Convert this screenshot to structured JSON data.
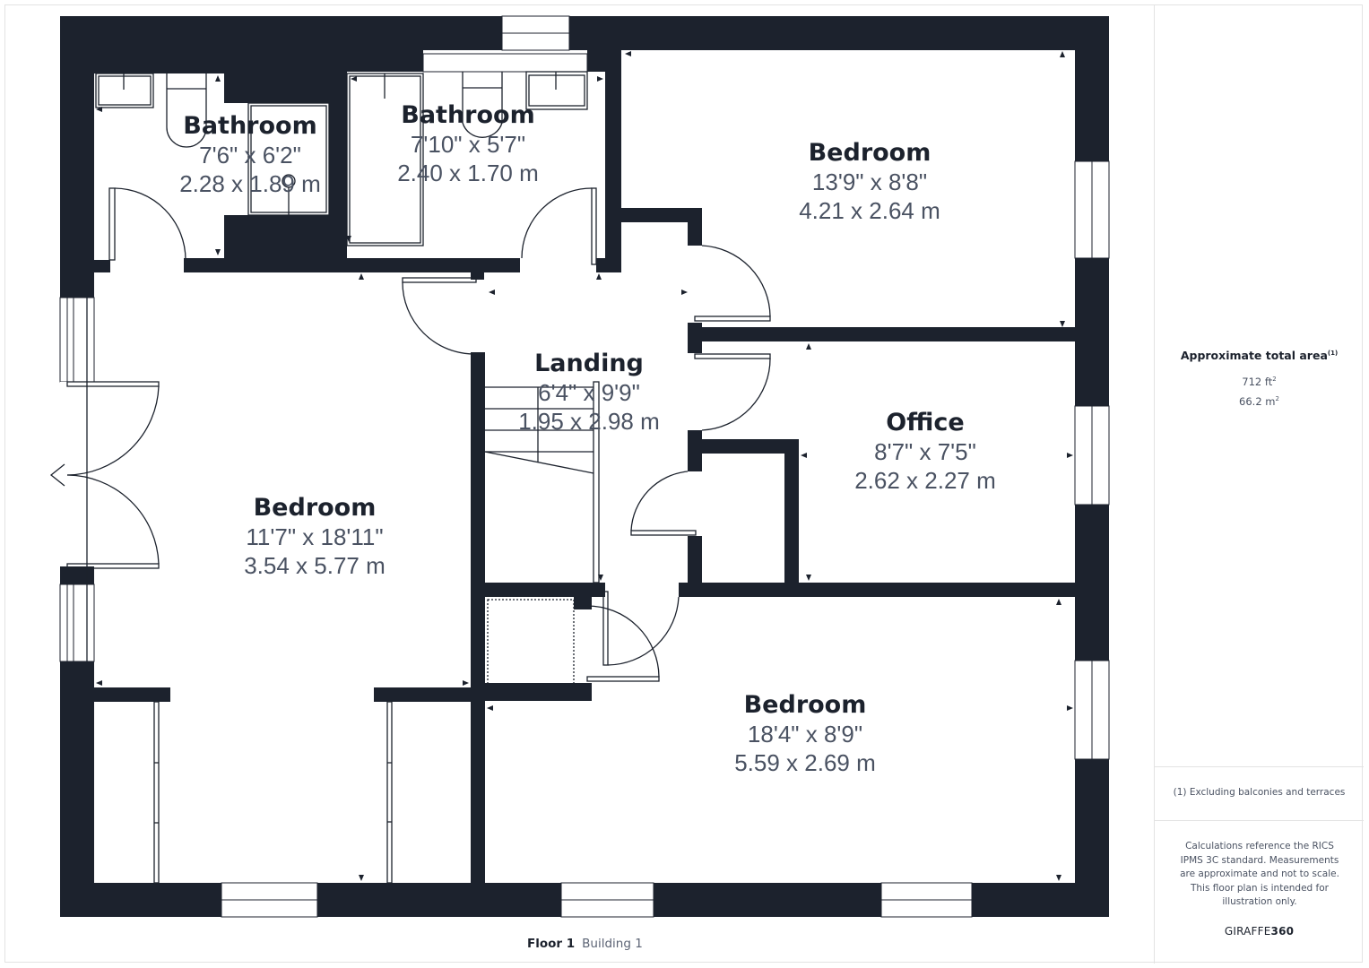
{
  "plan": {
    "wall_color": "#1c222d",
    "floor_label": "Floor 1",
    "building_label": "Building 1",
    "rooms": [
      {
        "name": "Bathroom",
        "imperial": "7'6\" x 6'2\"",
        "metric": "2.28 x 1.89 m"
      },
      {
        "name": "Bathroom",
        "imperial": "7'10\" x 5'7\"",
        "metric": "2.40 x 1.70 m"
      },
      {
        "name": "Bedroom",
        "imperial": "13'9\" x 8'8\"",
        "metric": "4.21 x 2.64 m"
      },
      {
        "name": "Landing",
        "imperial": "6'4\" x 9'9\"",
        "metric": "1.95 x 2.98 m"
      },
      {
        "name": "Office",
        "imperial": "8'7\" x 7'5\"",
        "metric": "2.62 x 2.27 m"
      },
      {
        "name": "Bedroom",
        "imperial": "11'7\" x 18'11\"",
        "metric": "3.54 x 5.77 m"
      },
      {
        "name": "Bedroom",
        "imperial": "18'4\" x 8'9\"",
        "metric": "5.59 x 2.69 m"
      }
    ]
  },
  "sidebar": {
    "area_title": "Approximate total area",
    "area_footnote_marker": "(1)",
    "area_ft": "712 ft",
    "area_m": "66.2 m",
    "unit_sup": "2",
    "footnote": "(1) Excluding balconies and terraces",
    "disclaimer": "Calculations reference the RICS IPMS 3C standard. Measurements are approximate and not to scale. This floor plan is intended for illustration only.",
    "brand_light": "GIRAFFE",
    "brand_bold": "360"
  }
}
